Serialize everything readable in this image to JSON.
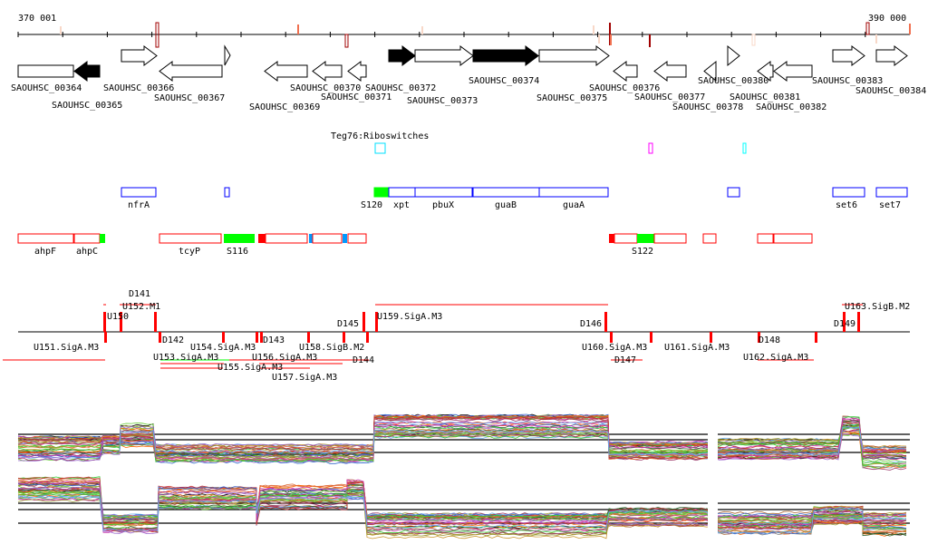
{
  "ruler": {
    "start_label": "370 001",
    "end_label": "390 000"
  },
  "genes": [
    "SAOUHSC_00364",
    "SAOUHSC_00365",
    "SAOUHSC_00366",
    "SAOUHSC_00367",
    "SAOUHSC_00369",
    "SAOUHSC_00370",
    "SAOUHSC_00371",
    "SAOUHSC_00372",
    "SAOUHSC_00373",
    "SAOUHSC_00374",
    "SAOUHSC_00375",
    "SAOUHSC_00376",
    "SAOUHSC_00377",
    "SAOUHSC_00378",
    "SAOUHSC_00380",
    "SAOUHSC_00381",
    "SAOUHSC_00382",
    "SAOUHSC_00383",
    "SAOUHSC_00384"
  ],
  "riboswitch_track": {
    "label": "Teg76:Riboswitches"
  },
  "blue_track": [
    "nfrA",
    "S120",
    "xpt",
    "pbuX",
    "guaB",
    "guaA",
    "set6",
    "set7"
  ],
  "red_track": [
    "ahpF",
    "ahpC",
    "tcyP",
    "S116",
    "S122"
  ],
  "operons_top": [
    "U150",
    "U152.M1",
    "D141",
    "D145",
    "U159.SigA.M3",
    "D146",
    "D149",
    "U163.SigB.M2"
  ],
  "operons_bottom": [
    "U151.SigA.M3",
    "D142",
    "U153.SigA.M3",
    "U154.SigA.M3",
    "U155.SigA.M3",
    "D143",
    "U156.SigA.M3",
    "U157.SigA.M3",
    "U158.SigB.M2",
    "D144",
    "U160.SigA.M3",
    "D147",
    "U161.SigA.M3",
    "D148",
    "U162.SigA.M3"
  ],
  "colors": {
    "red": "#ff0000",
    "blue": "#0000ff",
    "green": "#00ff00",
    "cyan": "#00ffff",
    "magenta": "#ff00ff",
    "darkred": "#a00000"
  }
}
